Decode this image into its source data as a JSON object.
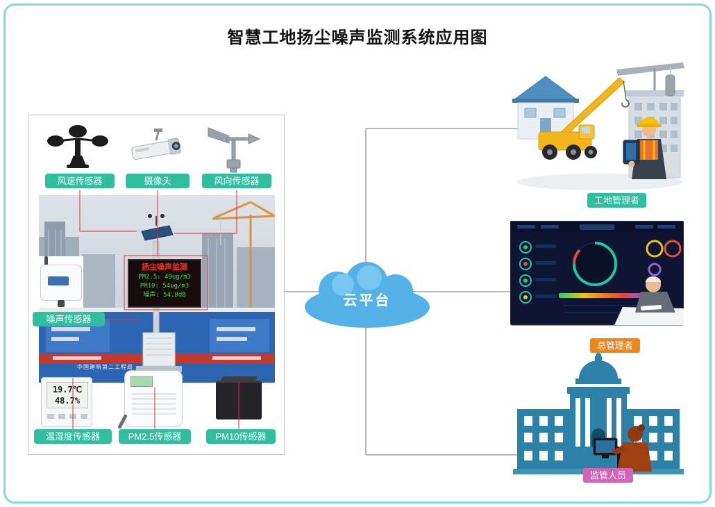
{
  "title": "智慧工地扬尘噪声监测系统应用图",
  "cloud": {
    "label": "云平台"
  },
  "sensor_panel": {
    "labels": {
      "wind_speed": "风速传感器",
      "camera": "摄像头",
      "wind_direction": "风向传感器",
      "noise": "噪声传感器",
      "temp_humidity": "温湿度传感器",
      "pm25": "PM2.5传感器",
      "pm10": "PM10传感器"
    },
    "station_display": {
      "title": "扬尘噪声监测",
      "line1": "PM2.5: 49ug/m3",
      "line2": "PM10: 54ug/m3",
      "line3": "噪声: 54.8dB"
    },
    "temp_display": {
      "temperature": "19.7℃",
      "humidity": "48.7%"
    },
    "banner_text": "中国建筑第二工程局"
  },
  "roles": {
    "site_manager": "工地管理者",
    "general_manager": "总管理者",
    "supervisor": "监管人员"
  },
  "colors": {
    "label_teal": "#2FBF9F",
    "label_orange": "#F08519",
    "label_pink": "#D464B4",
    "cloud_blue": "#55B2E8",
    "frame_blue": "#86D6EA",
    "connector_gray": "#9BA1A8",
    "leader_red": "#E03028",
    "led_red": "#FF3020",
    "led_green": "#2FE62F",
    "building_blue": "#2B81A8"
  }
}
